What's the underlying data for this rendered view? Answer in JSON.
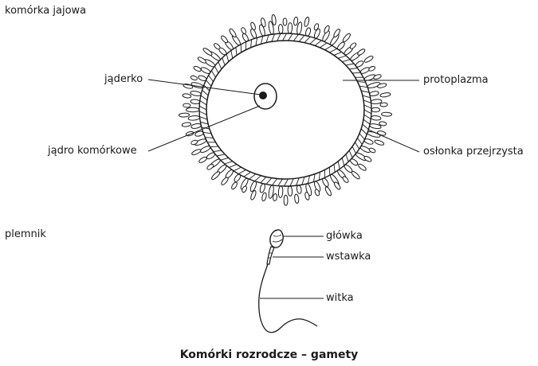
{
  "egg": {
    "heading": "komórka jajowa",
    "labels": {
      "nucleolus": "jąderko",
      "nucleus": "jądro komórkowe",
      "protoplasm": "protoplazma",
      "zona": "osłonka przejrzysta"
    }
  },
  "sperm": {
    "heading": "plemnik",
    "labels": {
      "head": "główka",
      "midpiece": "wstawka",
      "tail": "witka"
    }
  },
  "caption": "Komórki rozrodcze – gamety"
}
